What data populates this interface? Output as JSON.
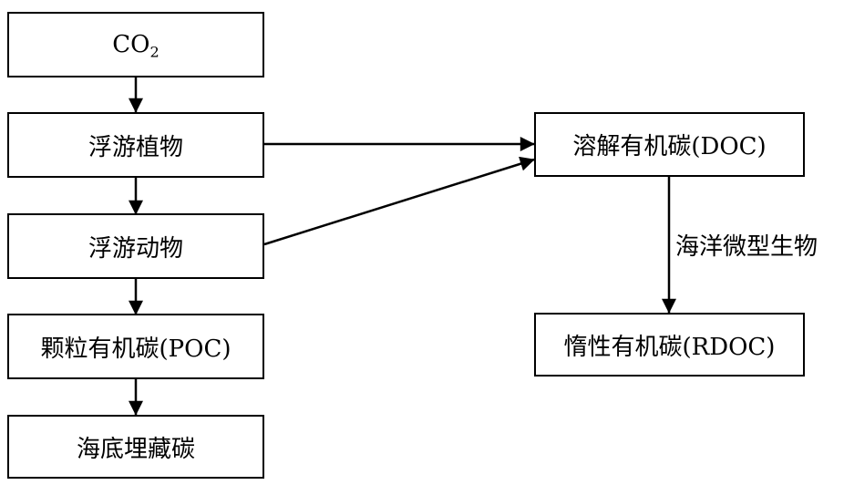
{
  "nodes": {
    "co2": {
      "main": "CO",
      "sub": "2"
    },
    "phytoplankton": "浮游植物",
    "zooplankton": "浮游动物",
    "poc": "颗粒有机碳(POC)",
    "seafloor": "海底埋藏碳",
    "doc": "溶解有机碳(DOC)",
    "rdoc": "惰性有机碳(RDOC)"
  },
  "edge_labels": {
    "doc_to_rdoc": "海洋微型生物"
  }
}
